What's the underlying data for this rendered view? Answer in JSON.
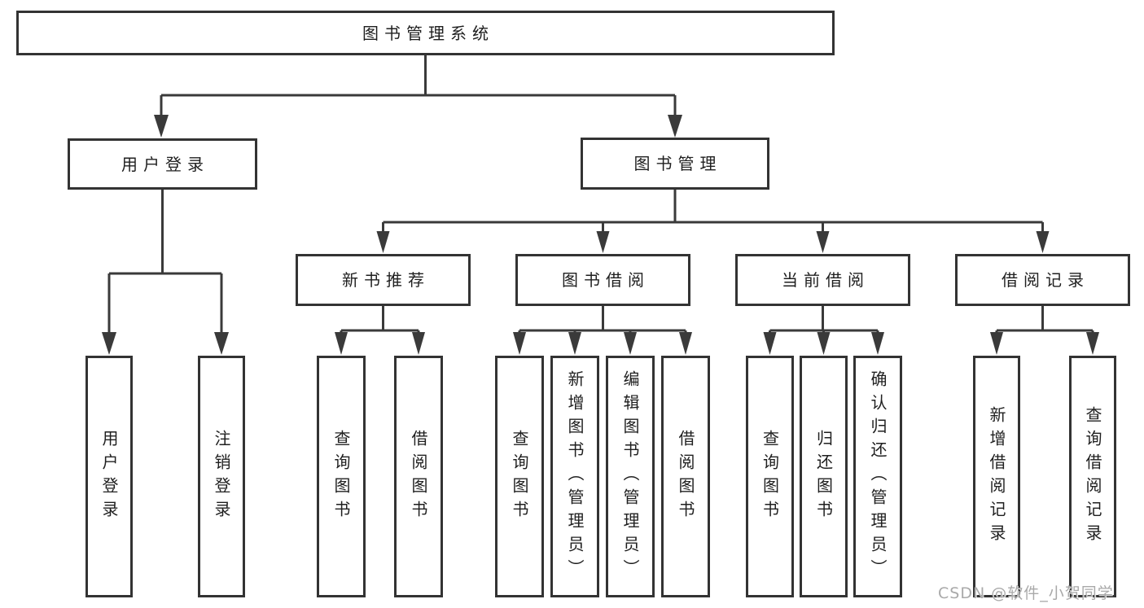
{
  "diagram": {
    "root": {
      "label": "图书管理系统"
    },
    "branches": [
      {
        "label": "用户登录",
        "children": [
          {
            "label": "用户登录"
          },
          {
            "label": "注销登录"
          }
        ]
      },
      {
        "label": "图书管理",
        "children": [
          {
            "label": "新书推荐",
            "children": [
              {
                "label": "查询图书"
              },
              {
                "label": "借阅图书"
              }
            ]
          },
          {
            "label": "图书借阅",
            "children": [
              {
                "label": "查询图书"
              },
              {
                "label": "新增图书（管理员）"
              },
              {
                "label": "编辑图书（管理员）"
              },
              {
                "label": "借阅图书"
              }
            ]
          },
          {
            "label": "当前借阅",
            "children": [
              {
                "label": "查询图书"
              },
              {
                "label": "归还图书"
              },
              {
                "label": "确认归还（管理员）"
              }
            ]
          },
          {
            "label": "借阅记录",
            "children": [
              {
                "label": "新增借阅记录"
              },
              {
                "label": "查询借阅记录"
              }
            ]
          }
        ]
      }
    ]
  },
  "watermark": {
    "text": "CSDN @软件_小贺同学"
  },
  "colors": {
    "line": "#3a3a3a",
    "box_border": "#333333",
    "text": "#1f1f1f",
    "background": "#ffffff",
    "watermark": "#a9a9a9"
  }
}
